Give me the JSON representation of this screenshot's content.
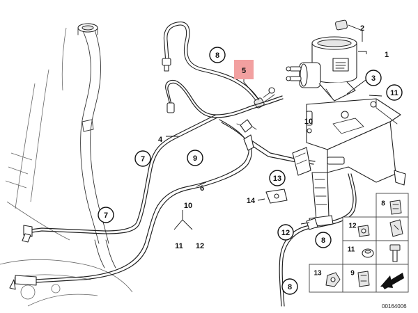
{
  "diagram": {
    "reference_code": "00164006",
    "highlight_color": "#f2a0a0",
    "callouts": [
      {
        "id": "c1",
        "text": "1",
        "style": "plain"
      },
      {
        "id": "c2",
        "text": "2",
        "style": "plain"
      },
      {
        "id": "c3",
        "text": "3",
        "style": "circle"
      },
      {
        "id": "c4",
        "text": "4",
        "style": "plain"
      },
      {
        "id": "c5",
        "text": "5",
        "style": "highlight"
      },
      {
        "id": "c6",
        "text": "6",
        "style": "plain"
      },
      {
        "id": "c7a",
        "text": "7",
        "style": "circle"
      },
      {
        "id": "c7b",
        "text": "7",
        "style": "circle"
      },
      {
        "id": "c8a",
        "text": "8",
        "style": "circle"
      },
      {
        "id": "c8b",
        "text": "8",
        "style": "circle"
      },
      {
        "id": "c8c",
        "text": "8",
        "style": "circle"
      },
      {
        "id": "c9",
        "text": "9",
        "style": "circle"
      },
      {
        "id": "c10",
        "text": "10",
        "style": "plain"
      },
      {
        "id": "c10b",
        "text": "10",
        "style": "plain"
      },
      {
        "id": "c11a",
        "text": "11",
        "style": "circle"
      },
      {
        "id": "c11b",
        "text": "11",
        "style": "plain"
      },
      {
        "id": "c12a",
        "text": "12",
        "style": "plain"
      },
      {
        "id": "c12b",
        "text": "12",
        "style": "circle"
      },
      {
        "id": "c13",
        "text": "13",
        "style": "circle"
      },
      {
        "id": "c14",
        "text": "14",
        "style": "plain"
      }
    ],
    "legend_grid": [
      {
        "id": "g8",
        "text": "8"
      },
      {
        "id": "g12",
        "text": "12"
      },
      {
        "id": "g11",
        "text": "11"
      },
      {
        "id": "g13",
        "text": "13"
      },
      {
        "id": "g9",
        "text": "9"
      }
    ]
  }
}
